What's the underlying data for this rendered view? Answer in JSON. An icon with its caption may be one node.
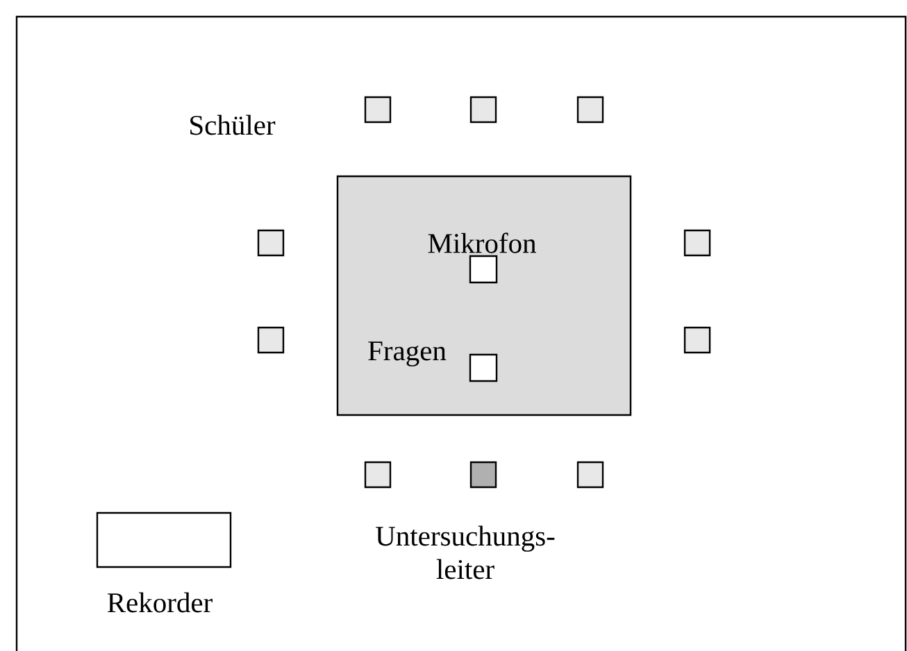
{
  "diagram": {
    "nodes": [
      {
        "text": [],
        "shape": "box"
      },
      {
        "text": [],
        "shape": "box"
      },
      {
        "text": [],
        "shape": "box"
      },
      {
        "text": [],
        "shape": "box"
      },
      {
        "text": [],
        "shape": "box"
      },
      {
        "text": [],
        "shape": "box",
        "in": 3,
        "beside": [
          "Mikrofon"
        ]
      },
      {
        "text": [],
        "shape": "box"
      },
      {
        "text": [],
        "shape": "box"
      },
      {
        "text": [],
        "shape": "box",
        "in": 3,
        "beside": [
          "Fragen"
        ]
      },
      {
        "text": [],
        "shape": "box"
      },
      {
        "text": [],
        "shape": "box"
      },
      {
        "text": [],
        "shape": "box",
        "beside": [
          "Untersuchungs- leiter"
        ]
      },
      {
        "text": [],
        "shape": "box"
      },
      {
        "text": [],
        "shape": "box",
        "beside": [
          "Rekorder"
        ]
      }
    ],
    "labels": [
      "Schüler"
    ]
  }
}
